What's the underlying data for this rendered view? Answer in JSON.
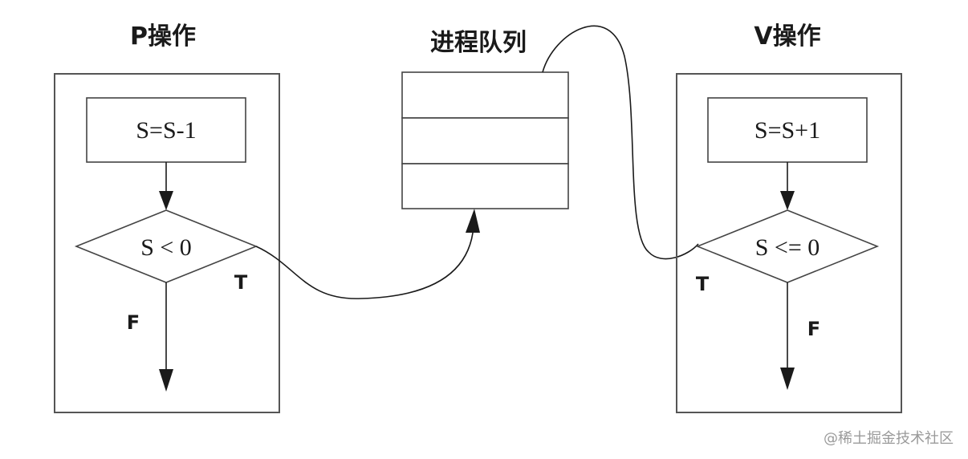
{
  "p_operation": {
    "title": "P操作",
    "step": "S=S-1",
    "condition": "S < 0",
    "true_label": "T",
    "false_label": "F"
  },
  "process_queue": {
    "title": "进程队列",
    "slots": 3
  },
  "v_operation": {
    "title": "V操作",
    "step": "S=S+1",
    "condition": "S <= 0",
    "true_label": "T",
    "false_label": "F"
  },
  "watermark": "@稀土掘金技术社区"
}
